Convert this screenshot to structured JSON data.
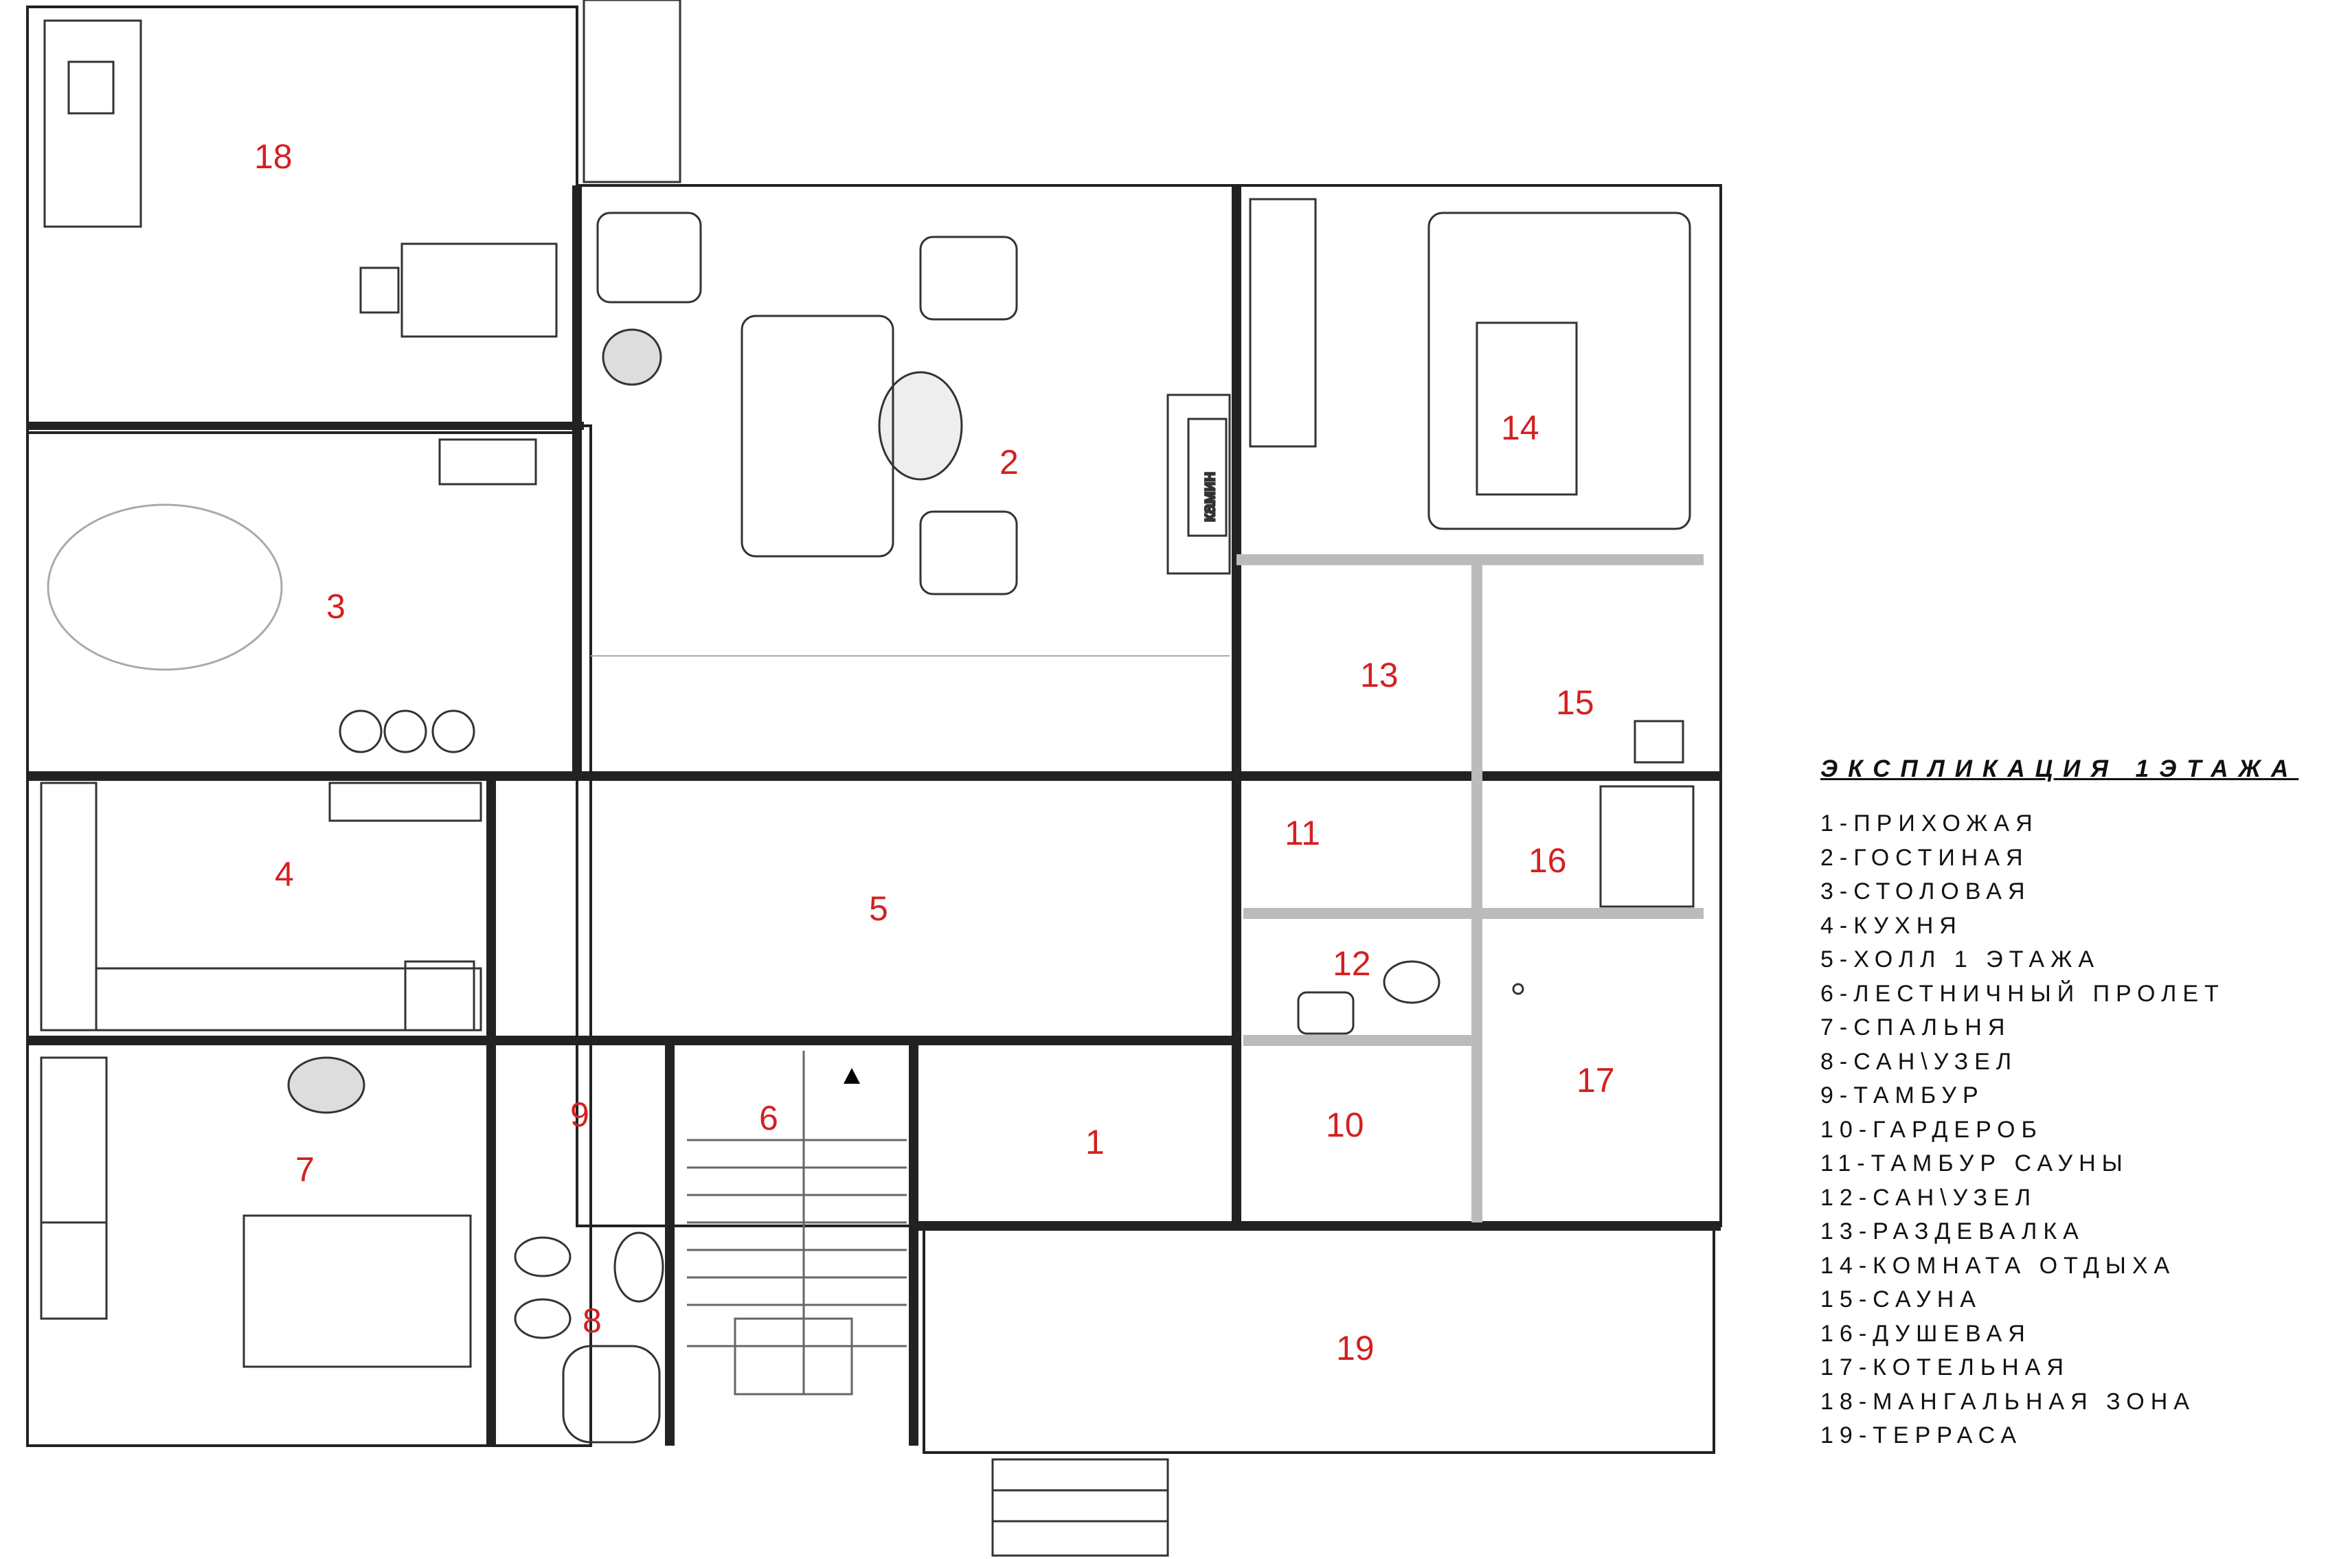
{
  "fireplace_label": "камин",
  "rooms": [
    {
      "num": "1"
    },
    {
      "num": "2"
    },
    {
      "num": "3"
    },
    {
      "num": "4"
    },
    {
      "num": "5"
    },
    {
      "num": "6"
    },
    {
      "num": "7"
    },
    {
      "num": "8"
    },
    {
      "num": "9"
    },
    {
      "num": "10"
    },
    {
      "num": "11"
    },
    {
      "num": "12"
    },
    {
      "num": "13"
    },
    {
      "num": "14"
    },
    {
      "num": "15"
    },
    {
      "num": "16"
    },
    {
      "num": "17"
    },
    {
      "num": "18"
    },
    {
      "num": "19"
    }
  ],
  "legend": {
    "title": "ЭКСПЛИКАЦИЯ 1ЭТАЖА",
    "items": [
      "1-ПРИХОЖАЯ",
      "2-ГОСТИНАЯ",
      "3-СТОЛОВАЯ",
      "4-КУХНЯ",
      "5-ХОЛЛ 1 ЭТАЖА",
      "6-ЛЕСТНИЧНЫЙ ПРОЛЕТ",
      "7-СПАЛЬНЯ",
      "8-САН\\УЗЕЛ",
      "9-ТАМБУР",
      "10-ГАРДЕРОБ",
      "11-ТАМБУР САУНЫ",
      "12-САН\\УЗЕЛ",
      "13-РАЗДЕВАЛКА",
      "14-КОМНАТА ОТДЫХА",
      "15-САУНА",
      "16-ДУШЕВАЯ",
      "17-КОТЕЛЬНАЯ",
      "18-МАНГАЛЬНАЯ ЗОНА",
      "19-ТЕРРАСА"
    ]
  }
}
